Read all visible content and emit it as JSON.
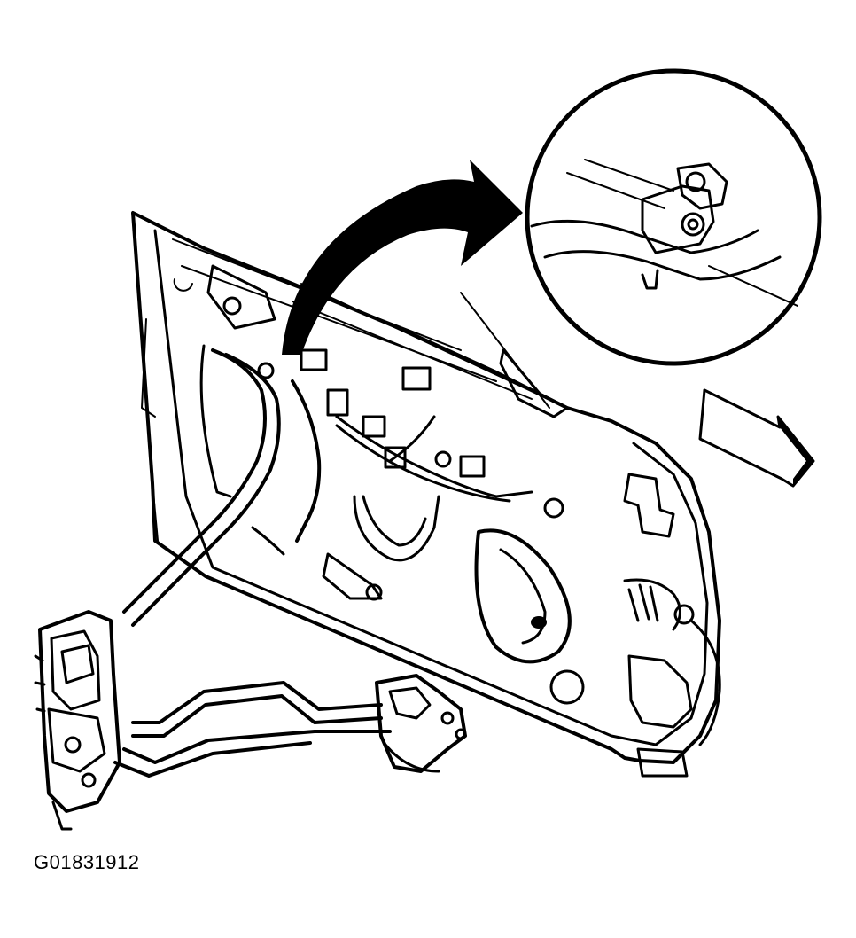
{
  "figure": {
    "code": "G01831912",
    "line_color": "#000000",
    "background_color": "#ffffff",
    "parts": [
      "door-inner-panel",
      "door-lock-actuator",
      "lock-rod-cables",
      "outside-handle-assembly",
      "inset-magnified-rod-clip",
      "callout-arrow",
      "vehicle-front-direction-arrow",
      "door-wiring-harness",
      "speaker-opening",
      "door-hinge-check-strap"
    ]
  }
}
